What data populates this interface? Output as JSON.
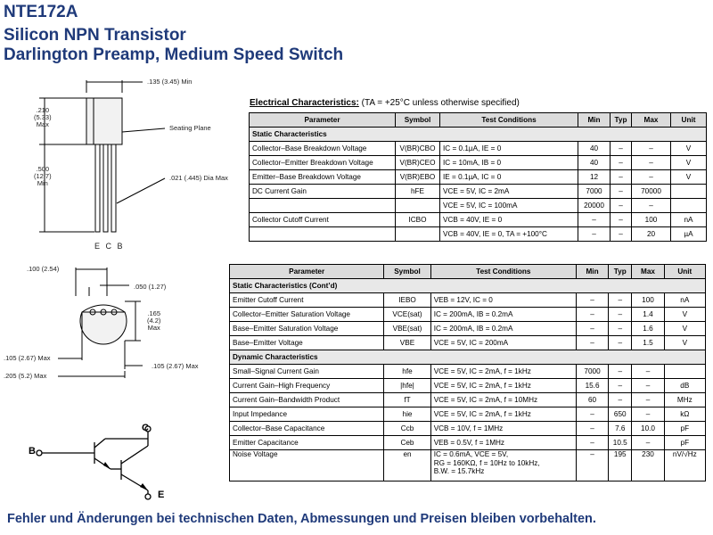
{
  "header": {
    "part": "NTE172A",
    "type": "Silicon NPN Transistor",
    "description": "Darlington Preamp, Medium Speed Switch"
  },
  "package": {
    "body_width": ".135 (3.45) Min",
    "body_height_l1": ".210",
    "body_height_l2": "(5.33)",
    "body_height_l3": "Max",
    "seating_plane": "Seating Plane",
    "lead_len_l1": ".500",
    "lead_len_l2": "(12.7)",
    "lead_len_l3": "Min",
    "lead_dia": ".021 (.445) Dia Max",
    "pins": "E C B",
    "pin_spacing": ".100 (2.54)",
    "pin_offset": ".050 (1.27)",
    "side_l1": ".165",
    "side_l2": "(4.2)",
    "side_l3": "Max",
    "height_left": ".105 (2.67) Max",
    "height_right": ".105 (2.67) Max",
    "width_bottom": ".205 (5.2) Max"
  },
  "schematic": {
    "c": "C",
    "b": "B",
    "e": "E"
  },
  "ec_title": {
    "label": "Electrical Characteristics:",
    "cond": "(TA = +25°C unless otherwise specified)"
  },
  "table_headers": [
    "Parameter",
    "Symbol",
    "Test Conditions",
    "Min",
    "Typ",
    "Max",
    "Unit"
  ],
  "table1": {
    "section": "Static Characteristics",
    "rows": [
      [
        "Collector–Base Breakdown Voltage",
        "V(BR)CBO",
        "IC = 0.1µA, IE = 0",
        "40",
        "–",
        "–",
        "V"
      ],
      [
        "Collector–Emitter Breakdown Voltage",
        "V(BR)CEO",
        "IC = 10mA, IB = 0",
        "40",
        "–",
        "–",
        "V"
      ],
      [
        "Emitter–Base Breakdown Voltage",
        "V(BR)EBO",
        "IE = 0.1µA, IC = 0",
        "12",
        "–",
        "–",
        "V"
      ],
      [
        "DC Current Gain",
        "hFE",
        "VCE = 5V, IC = 2mA",
        "7000",
        "–",
        "70000",
        ""
      ],
      [
        "",
        "",
        "VCE = 5V, IC = 100mA",
        "20000",
        "–",
        "–",
        ""
      ],
      [
        "Collector Cutoff Current",
        "ICBO",
        "VCB = 40V, IE = 0",
        "–",
        "–",
        "100",
        "nA"
      ],
      [
        "",
        "",
        "VCB = 40V, IE = 0, TA = +100°C",
        "–",
        "–",
        "20",
        "µA"
      ]
    ]
  },
  "table2": {
    "section1": "Static Characteristics (Cont’d)",
    "rows1": [
      [
        "Emitter Cutoff Current",
        "IEBO",
        "VEB = 12V, IC = 0",
        "–",
        "–",
        "100",
        "nA"
      ],
      [
        "Collector–Emitter Saturation Voltage",
        "VCE(sat)",
        "IC = 200mA, IB = 0.2mA",
        "–",
        "–",
        "1.4",
        "V"
      ],
      [
        "Base–Emitter Saturation Voltage",
        "VBE(sat)",
        "IC = 200mA, IB = 0.2mA",
        "–",
        "–",
        "1.6",
        "V"
      ],
      [
        "Base–Emitter Voltage",
        "VBE",
        "VCE = 5V, IC = 200mA",
        "–",
        "–",
        "1.5",
        "V"
      ]
    ],
    "section2": "Dynamic Characteristics",
    "rows2": [
      [
        "Small–Signal Current Gain",
        "hfe",
        "VCE = 5V, IC = 2mA, f = 1kHz",
        "7000",
        "–",
        "–",
        ""
      ],
      [
        "Current Gain–High Frequency",
        "|hfe|",
        "VCE = 5V, IC = 2mA, f = 1kHz",
        "15.6",
        "–",
        "–",
        "dB"
      ],
      [
        "Current Gain–Bandwidth Product",
        "fT",
        "VCE = 5V, IC = 2mA, f = 10MHz",
        "60",
        "–",
        "–",
        "MHz"
      ],
      [
        "Input Impedance",
        "hie",
        "VCE = 5V, IC = 2mA, f = 1kHz",
        "–",
        "650",
        "–",
        "kΩ"
      ],
      [
        "Collector–Base Capacitance",
        "Ccb",
        "VCB = 10V, f = 1MHz",
        "–",
        "7.6",
        "10.0",
        "pF"
      ],
      [
        "Emitter Capacitance",
        "Ceb",
        "VEB = 0.5V, f = 1MHz",
        "–",
        "10.5",
        "–",
        "pF"
      ]
    ],
    "noise": {
      "param": "Noise Voltage",
      "sym": "en",
      "cond1": "IC = 0.6mA, VCE = 5V,",
      "cond2": "RG = 160KΩ, f = 10Hz to 10kHz,",
      "cond3": "B.W. = 15.7kHz",
      "min": "–",
      "typ": "195",
      "max": "230",
      "unit": "nV/√Hz"
    }
  },
  "footer": "Fehler und Änderungen bei technischen Daten, Abmessungen und Preisen bleiben vorbehalten."
}
